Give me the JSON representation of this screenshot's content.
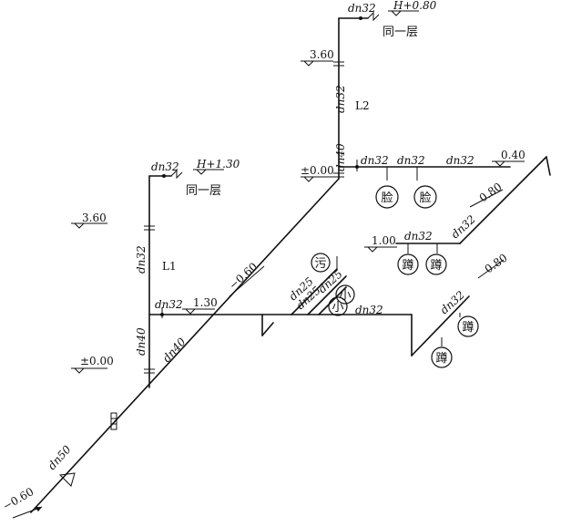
{
  "labels": {
    "top_dn": "dn32",
    "top_H": "H+0.80",
    "same_floor_top": "同一层",
    "elev_360_r": "3.60",
    "L2": "L2",
    "l2_dn32": "dn32",
    "l2_dn40": "dn40",
    "elev_000_r": "±0.00",
    "b_dn32a": "dn32",
    "b_dn32b": "dn32",
    "b_dn32c": "dn32",
    "elev_040": "0.40",
    "fix_lian1": "脸",
    "fix_lian2": "脸",
    "l1_dn32top": "dn32",
    "l1_H": "H+1.30",
    "same_floor_l1": "同一层",
    "elev_360_l": "3.60",
    "L1": "L1",
    "l1_dn32": "dn32",
    "elev_080a": "0.80",
    "diag_dn32": "dn32",
    "dun_dn32": "dn32",
    "elev_100": "1.00",
    "fix_dun1": "蹲",
    "fix_dun2": "蹲",
    "fix_wu": "污",
    "elev_080b": "0.80",
    "elev_m060": "−0.60",
    "dn25a": "dn25",
    "dn25b": "dn25",
    "dn25c": "dn25",
    "fix_xiao1": "小",
    "fix_xiao2": "小",
    "h_dn32a": "dn32",
    "elev_130": "1.30",
    "h_dn32b": "dn32",
    "dn32_right": "dn32",
    "fix_dun3": "蹲",
    "fix_dun4": "蹲",
    "l1_dn40": "dn40",
    "diag_dn40": "dn40",
    "elev_000_l": "±0.00",
    "dn50": "dn50",
    "elev_m060_bottom": "−0.60"
  }
}
